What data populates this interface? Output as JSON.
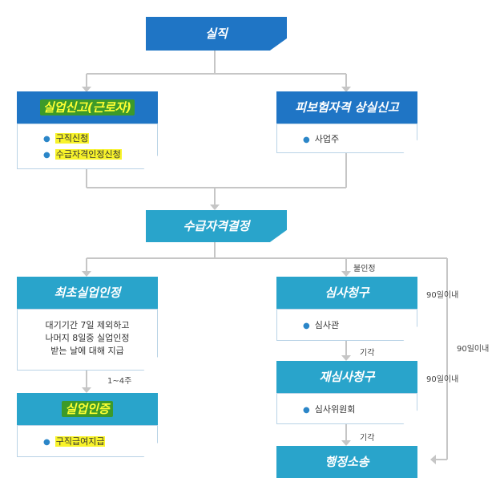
{
  "nodes": {
    "jobloss": {
      "title": "실직"
    },
    "unemp_report": {
      "title": "실업신고(근로자)",
      "items": [
        "구직신청",
        "수급자격인정신청"
      ]
    },
    "insured_loss": {
      "title": "피보험자격 상실신고",
      "items": [
        "사업주"
      ]
    },
    "eligibility": {
      "title": "수급자격결정"
    },
    "first_cert": {
      "title": "최초실업인정",
      "lines": [
        "대기기간 7일 제외하고",
        "나머지 8일중 실업인정",
        "받는 날에 대해 지급"
      ]
    },
    "unemp_cert": {
      "title": "실업인증",
      "items": [
        "구직급여지급"
      ]
    },
    "review": {
      "title": "심사청구",
      "items": [
        "심사관"
      ]
    },
    "rereview": {
      "title": "재심사청구",
      "items": [
        "심사위원회"
      ]
    },
    "lawsuit": {
      "title": "행정소송"
    }
  },
  "labels": {
    "rejected": "불인정",
    "weeks": "1~4주",
    "within90_a": "90일이내",
    "within90_b": "90일이내",
    "within90_c": "90일이내",
    "dismissed_a": "기각",
    "dismissed_b": "기각"
  },
  "colors": {
    "dark_blue": "#1f75c5",
    "teal": "#29a4cb",
    "highlight_yellow": "#f8f32a",
    "highlight_green": "#3c9a2a",
    "connector": "#c6c6c6"
  }
}
